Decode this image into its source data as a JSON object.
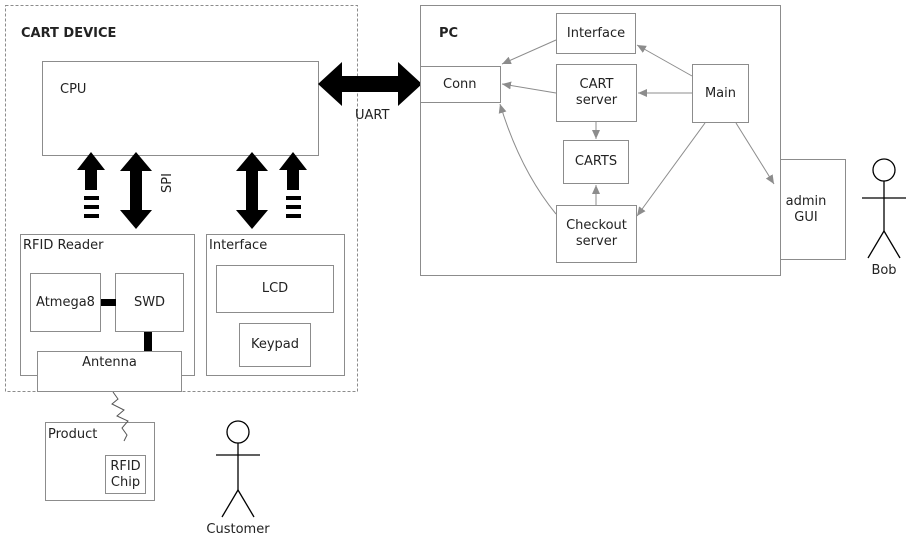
{
  "cart_device": {
    "title": "CART DEVICE",
    "cpu": "CPU",
    "spi": "SPI",
    "rfid_reader": {
      "title": "RFID Reader",
      "atmega": "Atmega8",
      "swd": "SWD",
      "antenna": "Antenna"
    },
    "interface": {
      "title": "Interface",
      "lcd": "LCD",
      "keypad": "Keypad"
    }
  },
  "uart": "UART",
  "pc": {
    "title": "PC",
    "interface": "Interface",
    "conn": "Conn",
    "cart_server": "CART\nserver",
    "main": "Main",
    "carts": "CARTS",
    "checkout_server": "Checkout\nserver"
  },
  "admin_gui": "admin\nGUI",
  "bob": "Bob",
  "product": {
    "title": "Product",
    "rfid_chip": "RFID\nChip"
  },
  "customer": "Customer",
  "colors": {
    "border": "#8c8c8c",
    "dashed": "#8c8c8c",
    "arrow_gray": "#8c8c8c",
    "arrow_black": "#000000"
  }
}
